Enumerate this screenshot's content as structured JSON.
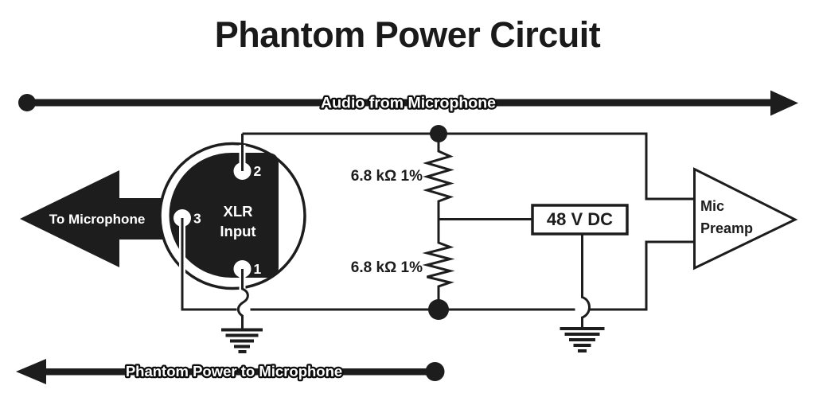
{
  "title": "Phantom Power Circuit",
  "colors": {
    "line": "#1d1d1d",
    "background": "#ffffff",
    "text_on_dark": "#ffffff"
  },
  "arrows": {
    "top": {
      "label": "Audio from Microphone",
      "direction": "right"
    },
    "left": {
      "label": "To Microphone",
      "direction": "left"
    },
    "bottom": {
      "label": "Phantom Power to Microphone",
      "direction": "left"
    }
  },
  "xlr": {
    "label_line1": "XLR",
    "label_line2": "Input",
    "pins": [
      {
        "number": "2"
      },
      {
        "number": "3"
      },
      {
        "number": "1"
      }
    ]
  },
  "components": {
    "resistor_top": {
      "label": "6.8 kΩ 1%"
    },
    "resistor_bottom": {
      "label": "6.8 kΩ 1%"
    },
    "power_supply": {
      "label": "48 V DC"
    },
    "preamp": {
      "label_line1": "Mic",
      "label_line2": "Preamp"
    }
  }
}
